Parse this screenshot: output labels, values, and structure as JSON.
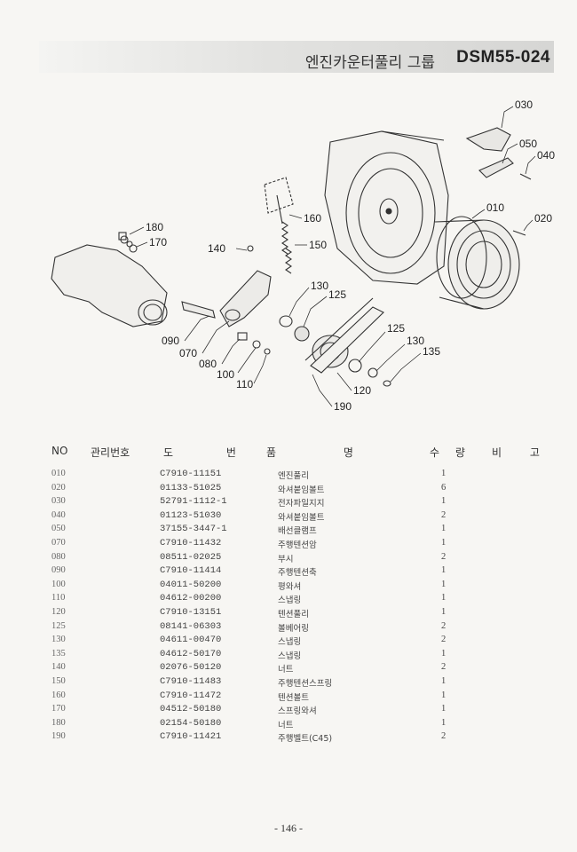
{
  "header": {
    "title": "엔진카운터풀리 그룹",
    "code": "DSM55-024"
  },
  "diagram": {
    "callouts": {
      "c030": "030",
      "c050": "050",
      "c040": "040",
      "c010": "010",
      "c020": "020",
      "c160": "160",
      "c150": "150",
      "c180": "180",
      "c170": "170",
      "c140": "140",
      "c130a": "130",
      "c125a": "125",
      "c090": "090",
      "c070": "070",
      "c080": "080",
      "c100": "100",
      "c110": "110",
      "c125b": "125",
      "c130b": "130",
      "c135": "135",
      "c120": "120",
      "c190": "190"
    }
  },
  "table": {
    "headers": {
      "no": "NO",
      "mgmt": "관리번호",
      "drawing": "도 번",
      "name": "품 명",
      "qty": "수 량",
      "remark": "비 고"
    },
    "rows": [
      {
        "no": "010",
        "part": "C7910-11151",
        "name": "엔진풀리",
        "qty": "1"
      },
      {
        "no": "020",
        "part": "01133-51025",
        "name": "와셔붙임볼트",
        "qty": "6"
      },
      {
        "no": "030",
        "part": "52791-1112-1",
        "name": "전자파일지지",
        "qty": "1"
      },
      {
        "no": "040",
        "part": "01123-51030",
        "name": "와셔붙임볼트",
        "qty": "2"
      },
      {
        "no": "050",
        "part": "37155-3447-1",
        "name": "배선클램프",
        "qty": "1"
      },
      {
        "no": "070",
        "part": "C7910-11432",
        "name": "주행텐션암",
        "qty": "1"
      },
      {
        "no": "080",
        "part": "08511-02025",
        "name": "부시",
        "qty": "2"
      },
      {
        "no": "090",
        "part": "C7910-11414",
        "name": "주행텐션축",
        "qty": "1"
      },
      {
        "no": "100",
        "part": "04011-50200",
        "name": "평와셔",
        "qty": "1"
      },
      {
        "no": "110",
        "part": "04612-00200",
        "name": "스냅링",
        "qty": "1"
      },
      {
        "no": "120",
        "part": "C7910-13151",
        "name": "텐션풀리",
        "qty": "1"
      },
      {
        "no": "125",
        "part": "08141-06303",
        "name": "볼베어링",
        "qty": "2"
      },
      {
        "no": "130",
        "part": "04611-00470",
        "name": "스냅링",
        "qty": "2"
      },
      {
        "no": "135",
        "part": "04612-50170",
        "name": "스냅링",
        "qty": "1"
      },
      {
        "no": "140",
        "part": "02076-50120",
        "name": "너트",
        "qty": "2"
      },
      {
        "no": "150",
        "part": "C7910-11483",
        "name": "주행텐션스프링",
        "qty": "1"
      },
      {
        "no": "160",
        "part": "C7910-11472",
        "name": "텐션볼트",
        "qty": "1"
      },
      {
        "no": "170",
        "part": "04512-50180",
        "name": "스프링와셔",
        "qty": "1"
      },
      {
        "no": "180",
        "part": "02154-50180",
        "name": "너트",
        "qty": "1"
      },
      {
        "no": "190",
        "part": "C7910-11421",
        "name": "주행벨트(C45)",
        "qty": "2"
      }
    ]
  },
  "page_number": "- 146 -"
}
